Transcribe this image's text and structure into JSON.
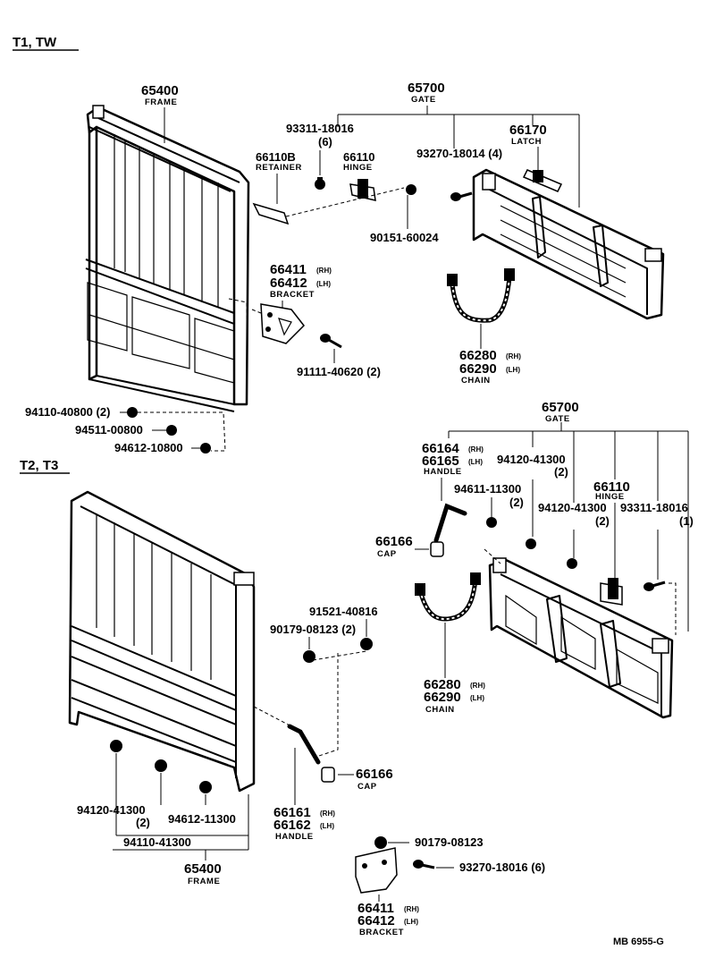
{
  "sections": {
    "top": "T1, TW",
    "bottom": "T2, T3"
  },
  "reference_code": "MB  6955-G",
  "parts_top": {
    "frame_no": "65400",
    "frame_name": "FRAME",
    "gate_no": "65700",
    "gate_name": "GATE",
    "bolt_9331": "93311-18016",
    "bolt_9331_qty": "(6)",
    "retainer_no": "66110B",
    "retainer_name": "RETAINER",
    "hinge_no": "66110",
    "hinge_name": "HINGE",
    "latch_no": "66170",
    "latch_name": "LATCH",
    "bolt_9327": "93270-18014 (4)",
    "pin_9015": "90151-60024",
    "bracket_rh": "66411",
    "bracket_lh": "66412",
    "rh": "(RH)",
    "lh": "(LH)",
    "bracket_name": "BRACKET",
    "bolt_9111": "91111-40620 (2)",
    "chain_rh": "66280",
    "chain_lh": "66290",
    "chain_name": "CHAIN",
    "nut_9411": "94110-40800 (2)",
    "washer_9451": "94511-00800",
    "washer_9461": "94612-10800"
  },
  "parts_bottom": {
    "gate_no": "65700",
    "gate_name": "GATE",
    "handle_rh": "66164",
    "handle_lh": "66165",
    "handle_name": "HANDLE",
    "nut_94120_a": "94120-41300",
    "nut_94120_a_qty": "(2)",
    "washer_94611": "94611-11300",
    "washer_94611_qty": "(2)",
    "hinge_no": "66110",
    "hinge_name": "HINGE",
    "nut_94120_b": "94120-41300",
    "nut_94120_b_qty": "(2)",
    "bolt_93311": "93311-18016",
    "bolt_93311_qty": "(1)",
    "cap_no": "66166",
    "cap_name": "CAP",
    "pin_91521": "91521-40816",
    "nut_90179": "90179-08123 (2)",
    "chain_rh": "66280",
    "chain_lh": "66290",
    "chain_name": "CHAIN",
    "cap2_no": "66166",
    "cap2_name": "CAP",
    "nut_94120_c": "94120-41300",
    "nut_94120_c_qty": "(2)",
    "washer_94612": "94612-11300",
    "nut_94110": "94110-41300",
    "handle2_rh": "66161",
    "handle2_lh": "66162",
    "handle2_name": "HANDLE",
    "frame_no": "65400",
    "frame_name": "FRAME",
    "nut_90179b": "90179-08123",
    "bolt_93270": "93270-18016 (6)",
    "bracket_rh": "66411",
    "bracket_lh": "66412",
    "bracket_name": "BRACKET",
    "rh": "(RH)",
    "lh": "(LH)"
  }
}
